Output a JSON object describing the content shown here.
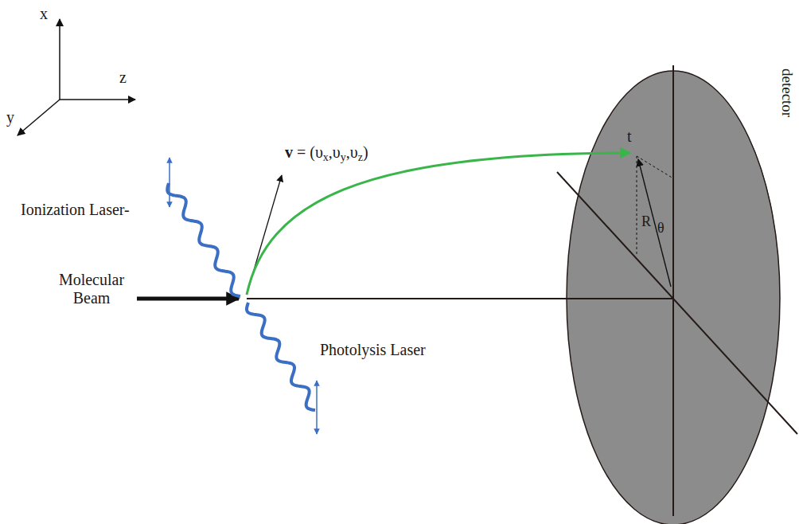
{
  "diagram": {
    "labels": [
      "x",
      "z",
      "y",
      "v = (υx,υy,υz)",
      "Ionization Laser-",
      "Molecular Beam",
      "Photolysis Laser",
      "t",
      "R",
      "θ",
      "detector"
    ]
  }
}
